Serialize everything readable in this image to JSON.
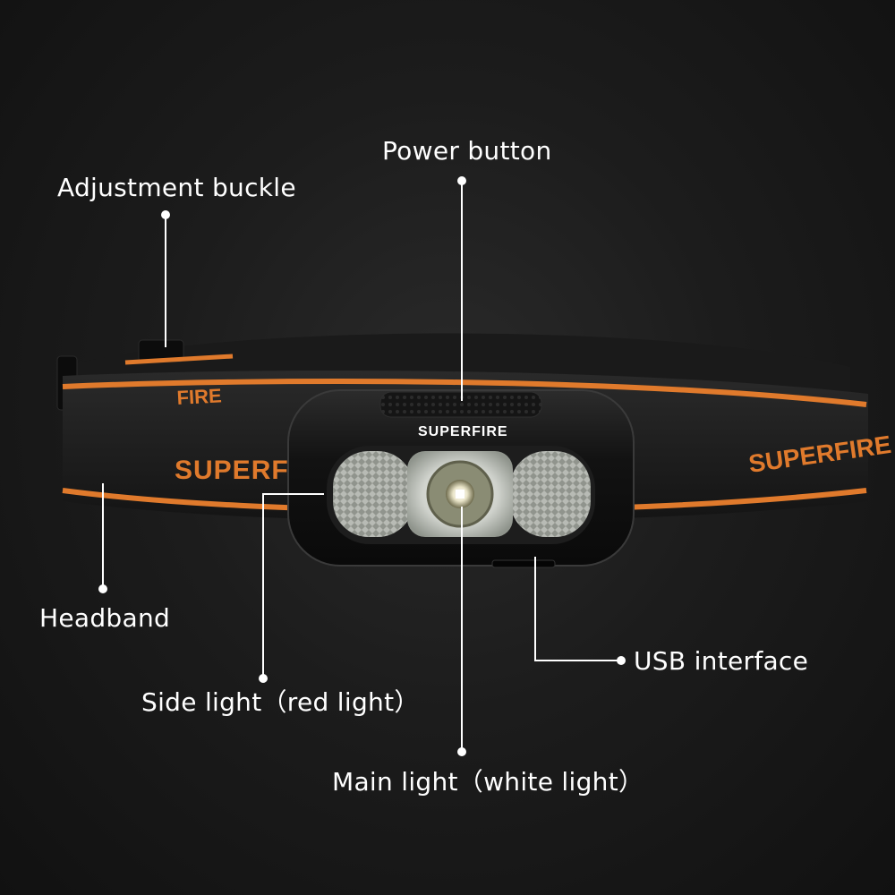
{
  "brand": "SUPERFIRE",
  "callouts": {
    "power_button": "Power button",
    "adjustment_buckle": "Adjustment buckle",
    "headband": "Headband",
    "usb_interface": "USB interface",
    "side_light": "Side light（red light）",
    "main_light": "Main light（white light）"
  },
  "colors": {
    "background": "#1a1a1a",
    "band_stripe": "#e07a2c",
    "band": "#1e1e1e",
    "housing": "#0f0f0f",
    "callout_line": "#ffffff"
  }
}
